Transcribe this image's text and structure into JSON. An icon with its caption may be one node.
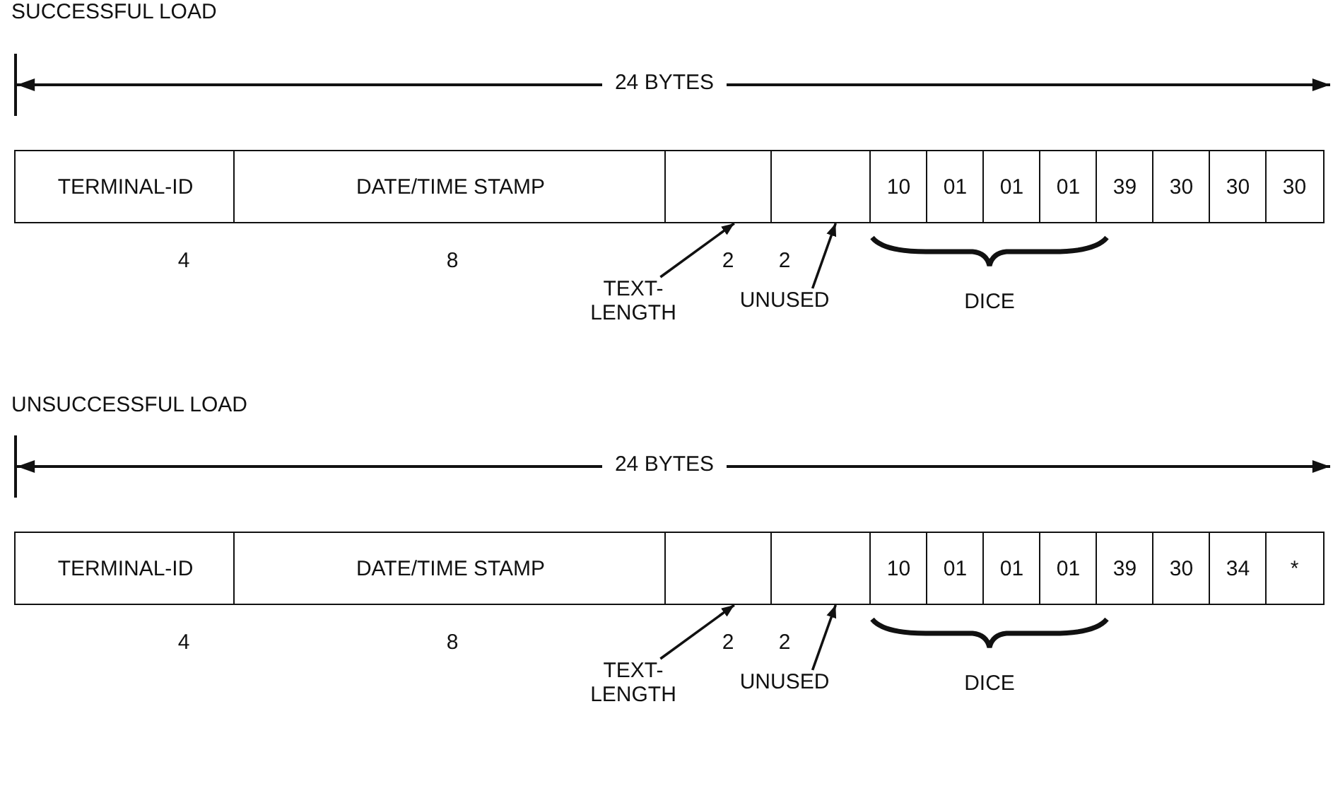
{
  "diagram": {
    "nodes": [
      {
        "text": [
          "TERMINAL-ID"
        ]
      },
      {
        "text": [
          "DATE/TIME STAMP"
        ]
      },
      {
        "text": [],
        "shape": "box"
      },
      {
        "text": [],
        "shape": "box"
      },
      {
        "text": [
          "10"
        ]
      },
      {
        "text": [
          "01"
        ]
      },
      {
        "text": [
          "01"
        ]
      },
      {
        "text": [
          "01"
        ]
      },
      {
        "text": [
          "39"
        ]
      },
      {
        "text": [
          "30"
        ]
      },
      {
        "text": [
          "30"
        ]
      },
      {
        "text": [
          "30"
        ]
      },
      {
        "text": [
          "TEXT-LENGTH"
        ]
      },
      {
        "text": [
          "UNUSED"
        ]
      },
      {
        "text": [
          "TERMINAL-ID"
        ]
      },
      {
        "text": [
          "DATE/TIME STAMP"
        ]
      },
      {
        "text": [],
        "shape": "box"
      },
      {
        "text": [],
        "shape": "box"
      },
      {
        "text": [
          "10"
        ]
      },
      {
        "text": [
          "01"
        ]
      },
      {
        "text": [
          "01"
        ]
      },
      {
        "text": [
          "01"
        ]
      },
      {
        "text": [
          "39"
        ]
      },
      {
        "text": [
          "30"
        ]
      },
      {
        "text": [
          "34"
        ]
      },
      {
        "text": [
          "*"
        ]
      },
      {
        "text": [
          "TEXT-LENGTH"
        ]
      },
      {
        "text": [
          "UNUSED"
        ]
      }
    ],
    "edges": [
      {
        "from": 12,
        "to": 2,
        "arrow": "to"
      },
      {
        "from": 13,
        "to": 3,
        "arrow": "to"
      },
      {
        "from": 26,
        "to": 16,
        "arrow": "to"
      },
      {
        "from": 27,
        "to": 17,
        "arrow": "to"
      }
    ],
    "labels": [
      "SUCCESSFUL LOAD",
      "24 BYTES",
      "4",
      "8",
      "2",
      "2",
      "DICE",
      "UNSUCCESSFUL LOAD",
      "24 BYTES",
      "4",
      "8",
      "2",
      "2",
      "DICE"
    ]
  }
}
